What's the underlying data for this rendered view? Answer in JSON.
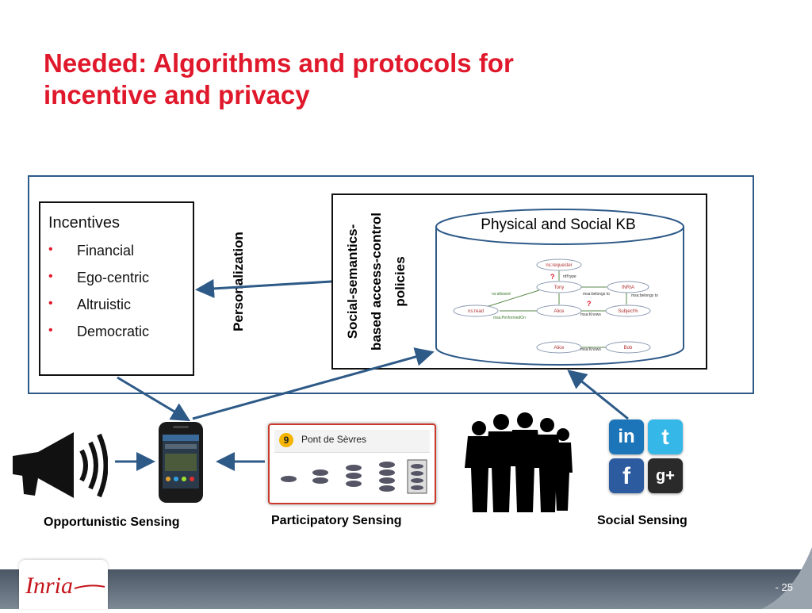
{
  "slide": {
    "title_line1": "Needed: Algorithms and protocols for",
    "title_line2": "incentive and privacy",
    "page_number": "- 25"
  },
  "incentives": {
    "heading": "Incentives",
    "items": [
      "Financial",
      "Ego-centric",
      "Altruistic",
      "Democratic"
    ]
  },
  "labels": {
    "personalization": "Personalization",
    "access_control_line1": "Social-semantics-",
    "access_control_line2": "based access-control",
    "access_control_line3": "policies",
    "physical_social_kb": "Physical and Social KB"
  },
  "graph_nodes": {
    "requester": "ns:requester",
    "tony": "Tony",
    "inria": "INRIA",
    "read": "ns:read",
    "alice": "Alice",
    "subject": "Subject%",
    "alice2": "Alice",
    "bob": "Bob"
  },
  "graph_edges": {
    "role_type": "rdf:type",
    "allowed": "ns:allowed",
    "belongs_to1": "msa:belongs to",
    "belongs_to2": "msa:belongs to",
    "performed_on": "msa:PerformedOn",
    "knows1": "msa:Knows",
    "knows2": "msa:Knows",
    "question1": "?",
    "question2": "?"
  },
  "participatory_app": {
    "badge": "9",
    "place": "Pont de Sèvres"
  },
  "social_icons": {
    "linkedin": "in",
    "twitter": "t",
    "facebook": "f",
    "googleplus": "g+"
  },
  "captions": {
    "opportunistic": "Opportunistic Sensing",
    "participatory": "Participatory Sensing",
    "social": "Social Sensing"
  },
  "colors": {
    "title_red": "#e0182b",
    "frame_blue": "#2e5a88",
    "arrow_blue": "#2e5a88"
  }
}
